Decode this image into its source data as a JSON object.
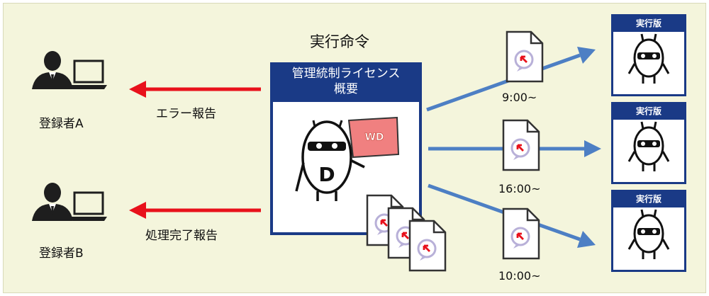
{
  "title": "実行命令",
  "center": {
    "line1": "管理統制ライセンス",
    "line2": "概要"
  },
  "users": [
    {
      "label": "登録者A"
    },
    {
      "label": "登録者B"
    }
  ],
  "reports": [
    {
      "label": "エラー報告",
      "color": "#e8111b"
    },
    {
      "label": "処理完了報告",
      "color": "#e8111b"
    }
  ],
  "schedules": [
    {
      "time": "9:00~"
    },
    {
      "time": "16:00~"
    },
    {
      "time": "10:00~"
    }
  ],
  "exec_label": "実行版",
  "flag_text": "WD",
  "robot_letter": "D",
  "colors": {
    "background": "#f4f5dc",
    "navy": "#1a3a86",
    "arrow_blue": "#4d7fc4",
    "arrow_red": "#e8111b",
    "flag_pink": "#f08080"
  }
}
